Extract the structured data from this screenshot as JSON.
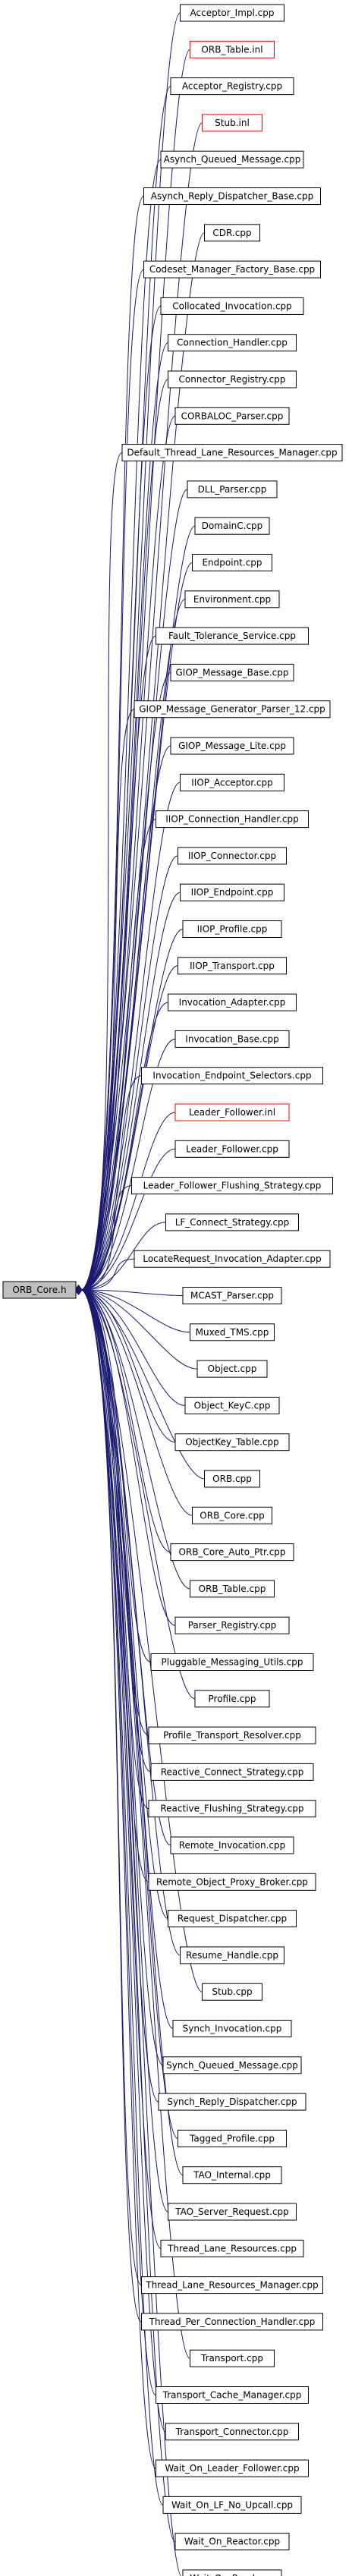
{
  "root": {
    "label": "ORB_Core.h",
    "fill": "#bfbfbf"
  },
  "edge_color": "#191970",
  "node_border": "#000000",
  "highlight_border": "#ff0000",
  "includers": [
    {
      "label": "Acceptor_Impl.cpp",
      "highlight": false
    },
    {
      "label": "ORB_Table.inl",
      "highlight": true
    },
    {
      "label": "Acceptor_Registry.cpp",
      "highlight": false
    },
    {
      "label": "Stub.inl",
      "highlight": true
    },
    {
      "label": "Asynch_Queued_Message.cpp",
      "highlight": false
    },
    {
      "label": "Asynch_Reply_Dispatcher_Base.cpp",
      "highlight": false
    },
    {
      "label": "CDR.cpp",
      "highlight": false
    },
    {
      "label": "Codeset_Manager_Factory_Base.cpp",
      "highlight": false
    },
    {
      "label": "Collocated_Invocation.cpp",
      "highlight": false
    },
    {
      "label": "Connection_Handler.cpp",
      "highlight": false
    },
    {
      "label": "Connector_Registry.cpp",
      "highlight": false
    },
    {
      "label": "CORBALOC_Parser.cpp",
      "highlight": false
    },
    {
      "label": "Default_Thread_Lane_Resources_Manager.cpp",
      "highlight": false
    },
    {
      "label": "DLL_Parser.cpp",
      "highlight": false
    },
    {
      "label": "DomainC.cpp",
      "highlight": false
    },
    {
      "label": "Endpoint.cpp",
      "highlight": false
    },
    {
      "label": "Environment.cpp",
      "highlight": false
    },
    {
      "label": "Fault_Tolerance_Service.cpp",
      "highlight": false
    },
    {
      "label": "GIOP_Message_Base.cpp",
      "highlight": false
    },
    {
      "label": "GIOP_Message_Generator_Parser_12.cpp",
      "highlight": false
    },
    {
      "label": "GIOP_Message_Lite.cpp",
      "highlight": false
    },
    {
      "label": "IIOP_Acceptor.cpp",
      "highlight": false
    },
    {
      "label": "IIOP_Connection_Handler.cpp",
      "highlight": false
    },
    {
      "label": "IIOP_Connector.cpp",
      "highlight": false
    },
    {
      "label": "IIOP_Endpoint.cpp",
      "highlight": false
    },
    {
      "label": "IIOP_Profile.cpp",
      "highlight": false
    },
    {
      "label": "IIOP_Transport.cpp",
      "highlight": false
    },
    {
      "label": "Invocation_Adapter.cpp",
      "highlight": false
    },
    {
      "label": "Invocation_Base.cpp",
      "highlight": false
    },
    {
      "label": "Invocation_Endpoint_Selectors.cpp",
      "highlight": false
    },
    {
      "label": "Leader_Follower.inl",
      "highlight": true
    },
    {
      "label": "Leader_Follower.cpp",
      "highlight": false
    },
    {
      "label": "Leader_Follower_Flushing_Strategy.cpp",
      "highlight": false
    },
    {
      "label": "LF_Connect_Strategy.cpp",
      "highlight": false
    },
    {
      "label": "LocateRequest_Invocation_Adapter.cpp",
      "highlight": false
    },
    {
      "label": "MCAST_Parser.cpp",
      "highlight": false
    },
    {
      "label": "Muxed_TMS.cpp",
      "highlight": false
    },
    {
      "label": "Object.cpp",
      "highlight": false
    },
    {
      "label": "Object_KeyC.cpp",
      "highlight": false
    },
    {
      "label": "ObjectKey_Table.cpp",
      "highlight": false
    },
    {
      "label": "ORB.cpp",
      "highlight": false
    },
    {
      "label": "ORB_Core.cpp",
      "highlight": false
    },
    {
      "label": "ORB_Core_Auto_Ptr.cpp",
      "highlight": false
    },
    {
      "label": "ORB_Table.cpp",
      "highlight": false
    },
    {
      "label": "Parser_Registry.cpp",
      "highlight": false
    },
    {
      "label": "Pluggable_Messaging_Utils.cpp",
      "highlight": false
    },
    {
      "label": "Profile.cpp",
      "highlight": false
    },
    {
      "label": "Profile_Transport_Resolver.cpp",
      "highlight": false
    },
    {
      "label": "Reactive_Connect_Strategy.cpp",
      "highlight": false
    },
    {
      "label": "Reactive_Flushing_Strategy.cpp",
      "highlight": false
    },
    {
      "label": "Remote_Invocation.cpp",
      "highlight": false
    },
    {
      "label": "Remote_Object_Proxy_Broker.cpp",
      "highlight": false
    },
    {
      "label": "Request_Dispatcher.cpp",
      "highlight": false
    },
    {
      "label": "Resume_Handle.cpp",
      "highlight": false
    },
    {
      "label": "Stub.cpp",
      "highlight": false
    },
    {
      "label": "Synch_Invocation.cpp",
      "highlight": false
    },
    {
      "label": "Synch_Queued_Message.cpp",
      "highlight": false
    },
    {
      "label": "Synch_Reply_Dispatcher.cpp",
      "highlight": false
    },
    {
      "label": "Tagged_Profile.cpp",
      "highlight": false
    },
    {
      "label": "TAO_Internal.cpp",
      "highlight": false
    },
    {
      "label": "TAO_Server_Request.cpp",
      "highlight": false
    },
    {
      "label": "Thread_Lane_Resources.cpp",
      "highlight": false
    },
    {
      "label": "Thread_Lane_Resources_Manager.cpp",
      "highlight": false
    },
    {
      "label": "Thread_Per_Connection_Handler.cpp",
      "highlight": false
    },
    {
      "label": "Transport.cpp",
      "highlight": false
    },
    {
      "label": "Transport_Cache_Manager.cpp",
      "highlight": false
    },
    {
      "label": "Transport_Connector.cpp",
      "highlight": false
    },
    {
      "label": "Wait_On_Leader_Follower.cpp",
      "highlight": false
    },
    {
      "label": "Wait_On_LF_No_Upcall.cpp",
      "highlight": false
    },
    {
      "label": "Wait_On_Reactor.cpp",
      "highlight": false
    },
    {
      "label": "Wait_On_Read.cpp",
      "highlight": false
    }
  ]
}
